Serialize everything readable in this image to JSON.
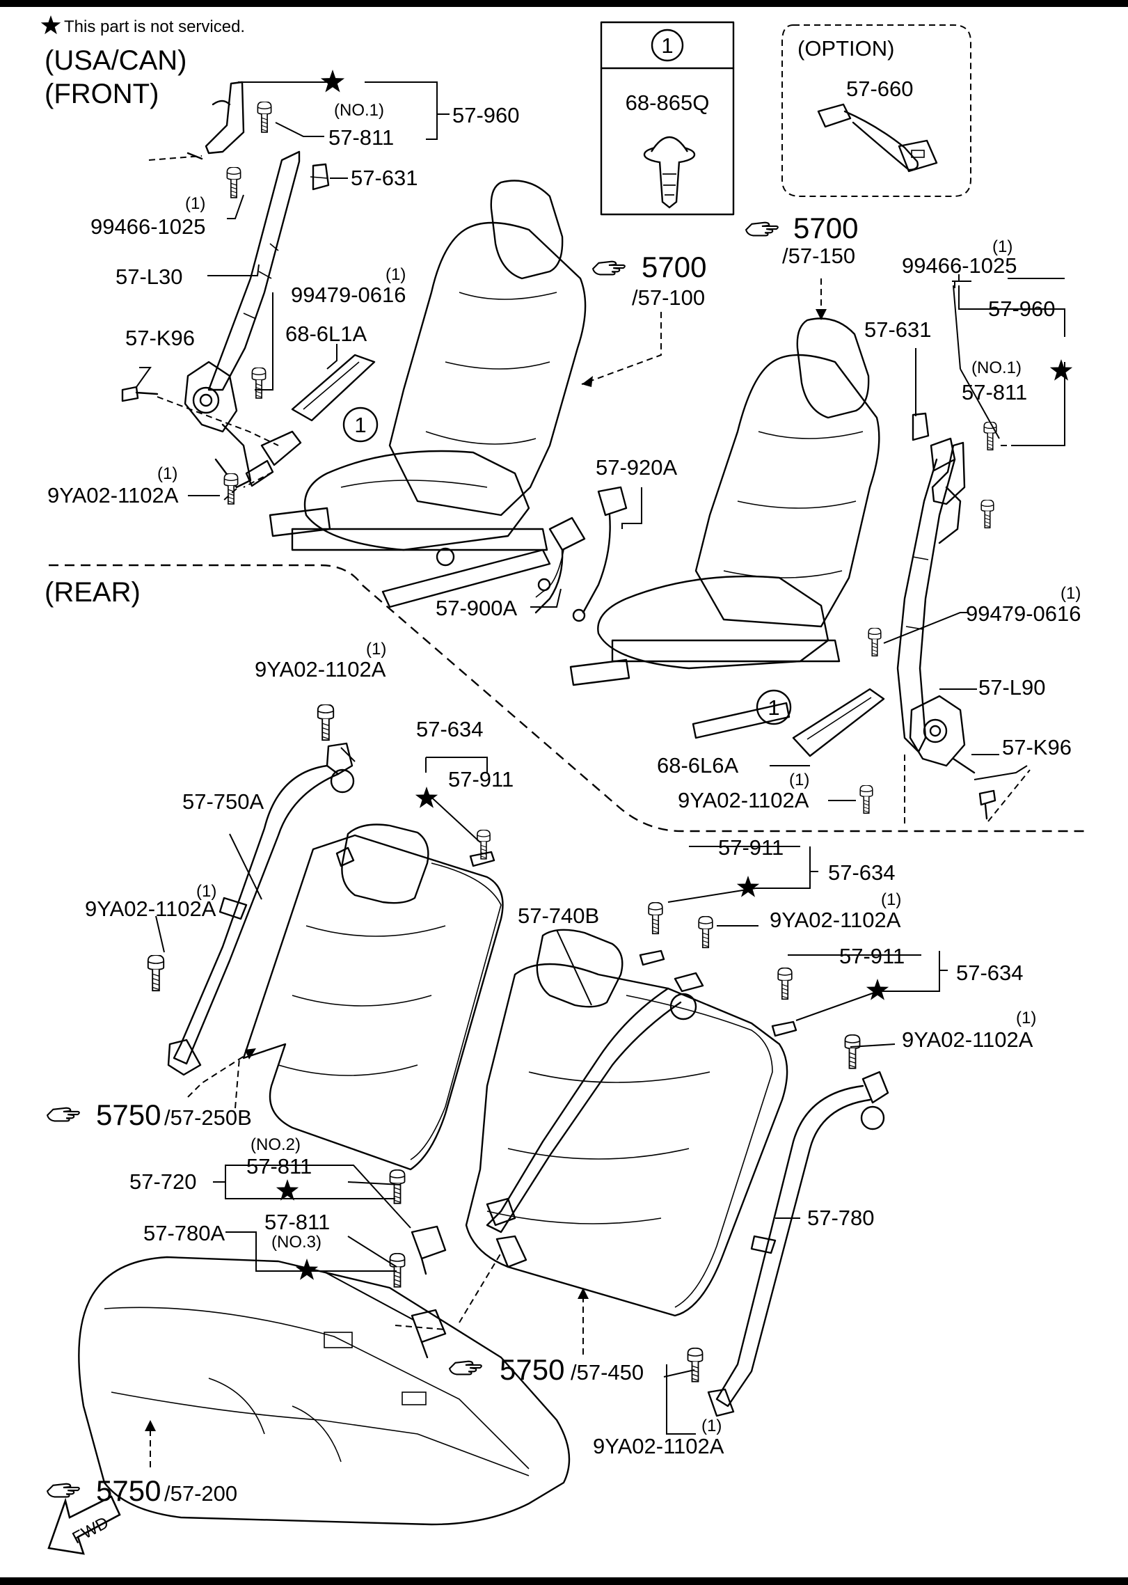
{
  "note": "This part is not serviced.",
  "headings": {
    "market": "(USA/CAN)",
    "front": "(FRONT)",
    "rear": "(REAR)",
    "option": "(OPTION)"
  },
  "legend_box": {
    "ref": "1",
    "part": "68-865Q"
  },
  "option_part": "57-660",
  "fwd_label": "FWD",
  "refs": {
    "r5700a": {
      "page": "5700",
      "sub": "/57-100"
    },
    "r5700b": {
      "page": "5700",
      "sub": "/57-150"
    },
    "r5750a": {
      "page": "5750",
      "sub": "/57-250B"
    },
    "r5750b": {
      "page": "5750",
      "sub": "/57-450"
    },
    "r5750c": {
      "page": "5750",
      "sub": "/57-200"
    }
  },
  "callout_ref": "1",
  "labels": {
    "no1": "(NO.1)",
    "no2": "(NO.2)",
    "no3": "(NO.3)",
    "qty1": "(1)",
    "p57_960": "57-960",
    "p57_811": "57-811",
    "p57_631": "57-631",
    "p99466": "99466-1025",
    "p57_l30": "57-L30",
    "p99479": "99479-0616",
    "p57_k96": "57-K96",
    "p68_6l1a": "68-6L1A",
    "p9ya02": "9YA02-1102A",
    "p57_920a": "57-920A",
    "p57_900a": "57-900A",
    "p57_l90": "57-L90",
    "p68_6l6a": "68-6L6A",
    "p57_634": "57-634",
    "p57_911": "57-911",
    "p57_750a": "57-750A",
    "p57_740b": "57-740B",
    "p57_720": "57-720",
    "p57_780a": "57-780A",
    "p57_780": "57-780"
  }
}
